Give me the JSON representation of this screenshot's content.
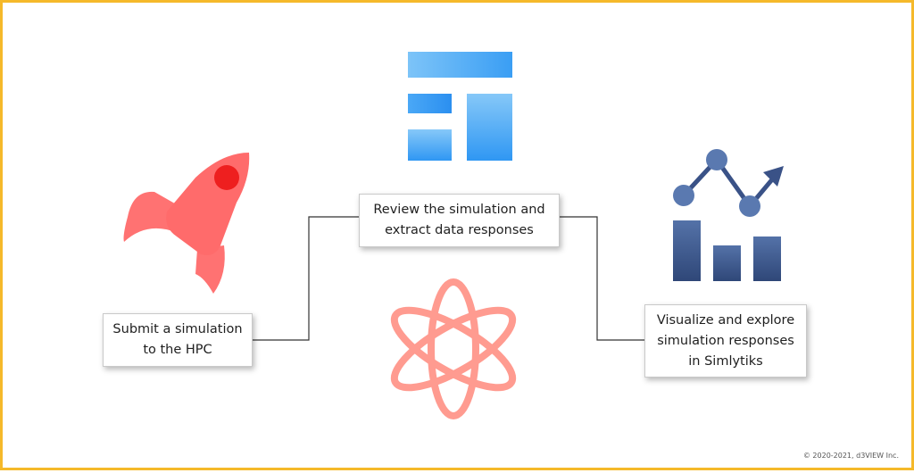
{
  "steps": [
    {
      "id": "submit",
      "lines": [
        "Submit a simulation",
        "to the HPC"
      ],
      "icon": "rocket-icon"
    },
    {
      "id": "review",
      "lines": [
        "Review the simulation and",
        "extract data responses"
      ],
      "icon": "dashboard-layout-icon"
    },
    {
      "id": "visualize",
      "lines": [
        "Visualize and explore",
        "simulation responses",
        "in Simlytiks"
      ],
      "icon": "trend-chart-icon"
    }
  ],
  "extra_icons": [
    "atom-icon"
  ],
  "copyright": "© 2020-2021, d3VIEW Inc.",
  "colors": {
    "border": "#f5b92a",
    "rocket": "#ff6b6b",
    "rocket_window": "#ee1f1f",
    "layout_blue": "#3ea3f5",
    "chart_navy": "#3a5287",
    "atom": "#ff9b90",
    "connector": "#333333"
  }
}
